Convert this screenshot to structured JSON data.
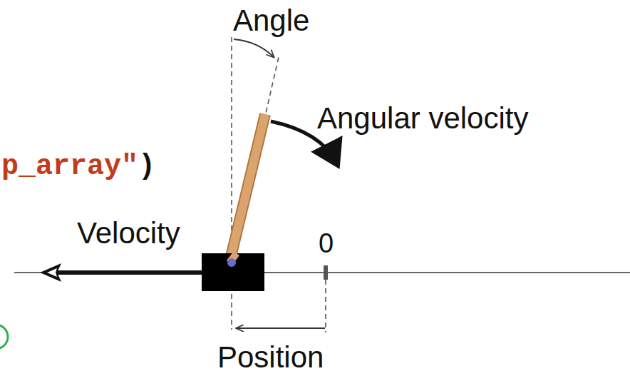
{
  "diagram": {
    "labels": [
      "Angle",
      "Angular velocity",
      "p_array\"",
      ")",
      "Velocity",
      "0",
      "Position"
    ]
  }
}
